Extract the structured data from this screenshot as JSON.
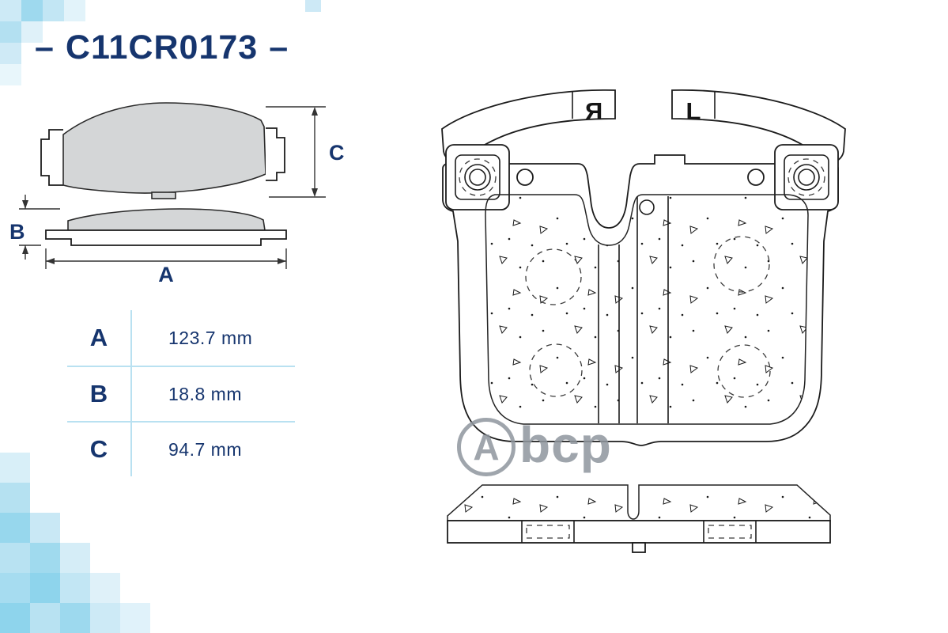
{
  "header": {
    "dash": "–",
    "title": "C11CR0173"
  },
  "drawing": {
    "marking_right": "R",
    "marking_left": "L"
  },
  "dimension_labels": {
    "a": "A",
    "b": "B",
    "c": "C"
  },
  "dimensions_table": {
    "rows": [
      {
        "label": "A",
        "value": "123.7 mm"
      },
      {
        "label": "B",
        "value": "18.8 mm"
      },
      {
        "label": "C",
        "value": "94.7 mm"
      }
    ]
  },
  "watermark": {
    "letter": "A",
    "text": "bcp"
  },
  "colors": {
    "accent_navy": "#16356e",
    "table_line_blue": "#b9e1f1",
    "mosaic_blue": "#9ed9ee",
    "pad_gray": "#d4d6d7",
    "watermark_gray": "#8f969e",
    "line_black": "#1c1c1c"
  }
}
